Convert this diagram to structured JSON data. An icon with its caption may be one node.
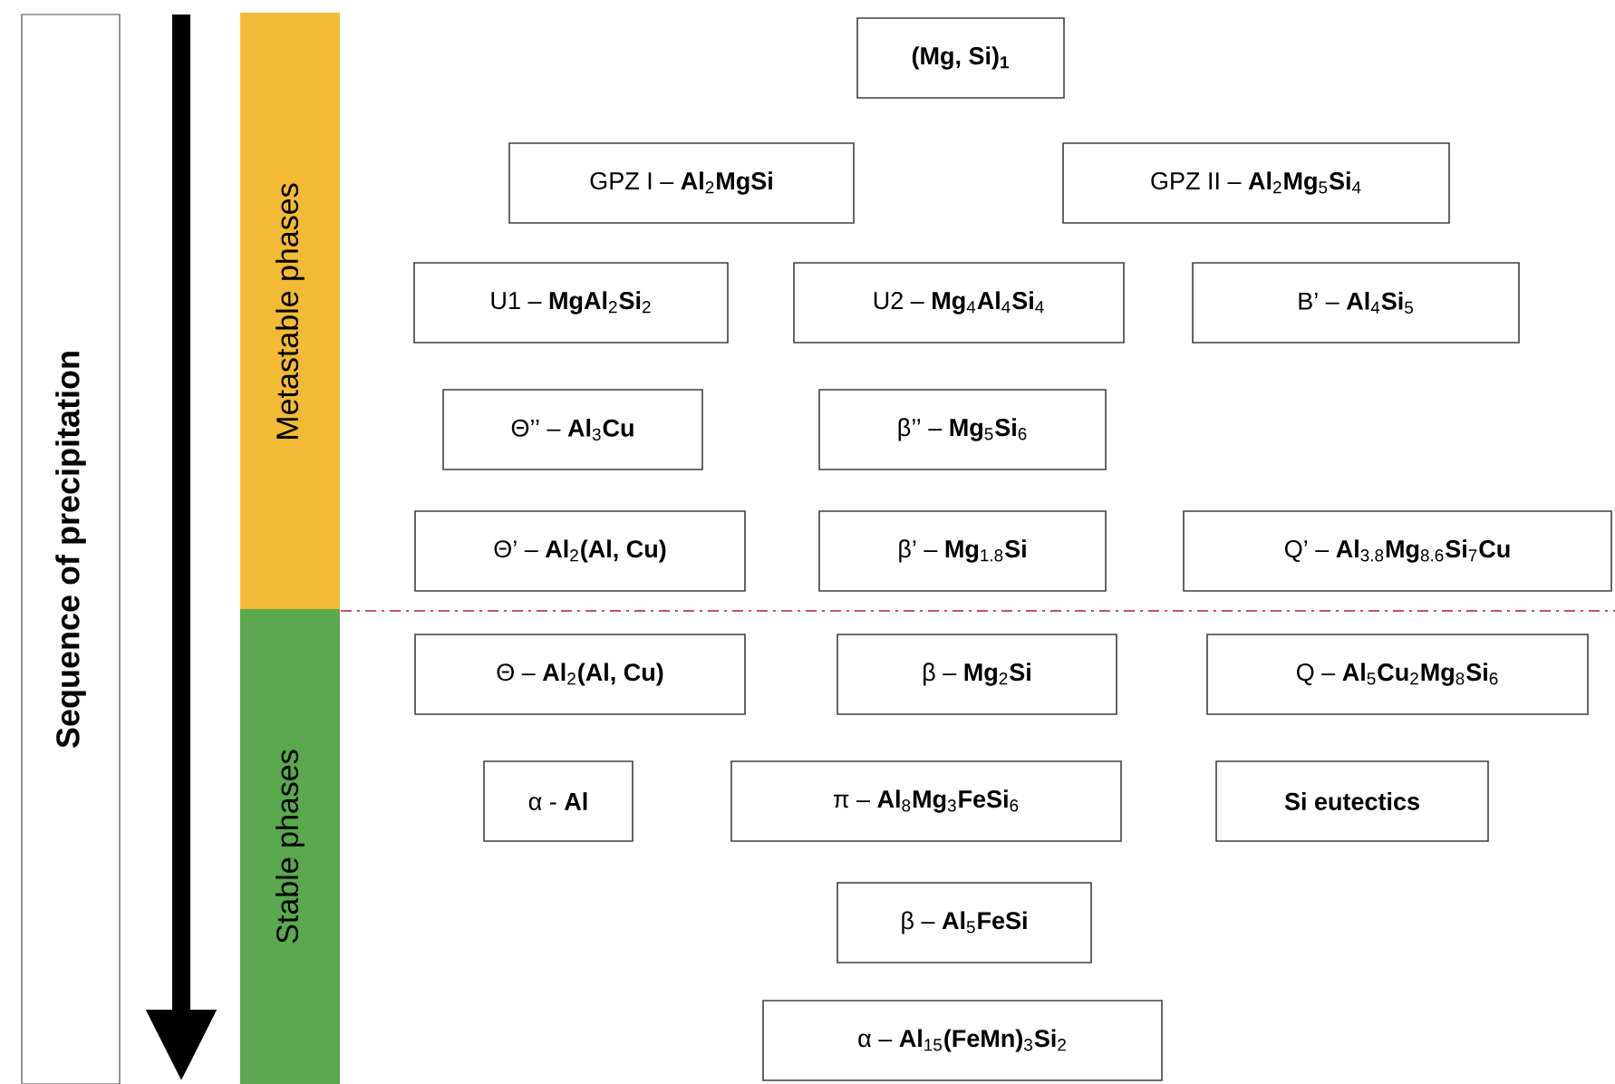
{
  "diagram": {
    "nodes": [
      {
        "text": [
          "Sequence of precipitation"
        ]
      },
      {
        "text": [
          "Metastable phases"
        ]
      },
      {
        "text": [
          "Stable phases"
        ]
      },
      {
        "text": [
          "(Mg, Si)$_{1}$"
        ]
      },
      {
        "text": [
          "GPZ I – **Al**$_{2}$**MgSi**"
        ]
      },
      {
        "text": [
          "GPZ II – **Al**$_{2}$**Mg**$_{5}$**Si**$_{4}$"
        ]
      },
      {
        "text": [
          "U1 – **MgAl**$_{2}$**Si**$_{2}$"
        ]
      },
      {
        "text": [
          "U2 – **Mg**$_{4}$**Al**$_{4}$**Si**$_{4}$"
        ]
      },
      {
        "text": [
          "B’ – **Al**$_{4}$**Si**$_{5}$"
        ]
      },
      {
        "text": [
          "Θ’’ – **Al**$_{3}$**Cu**"
        ]
      },
      {
        "text": [
          "β’’ – **Mg**$_{5}$**Si**$_{6}$"
        ]
      },
      {
        "text": [
          "Θ’ – **Al**$_{2}$**(Al, Cu)**"
        ]
      },
      {
        "text": [
          "β’ – **Mg**$_{1.8}$**Si**"
        ]
      },
      {
        "text": [
          "Q’ – **Al**$_{3.8}$**Mg**$_{8.6}$**Si**$_{7}$**Cu**"
        ]
      },
      {
        "text": [
          "Θ – **Al**$_{2}$**(Al, Cu)**"
        ]
      },
      {
        "text": [
          "β – **Mg**$_{2}$**Si**"
        ]
      },
      {
        "text": [
          "Q – **Al**$_{5}$**Cu**$_{2}$**Mg**$_{8}$**Si**$_{6}$"
        ]
      },
      {
        "text": [
          "α - **Al**"
        ]
      },
      {
        "text": [
          "π – **Al**$_{8}$**Mg**$_{3}$**FeSi**$_{6}$"
        ]
      },
      {
        "text": [
          "Si eutectics"
        ]
      },
      {
        "text": [
          "β – **Al**$_{5}$**FeSi**"
        ]
      },
      {
        "text": [
          "α – **Al**$_{15}$**(FeMn)**$_{3}$**Si**$_{2}$"
        ]
      }
    ]
  }
}
